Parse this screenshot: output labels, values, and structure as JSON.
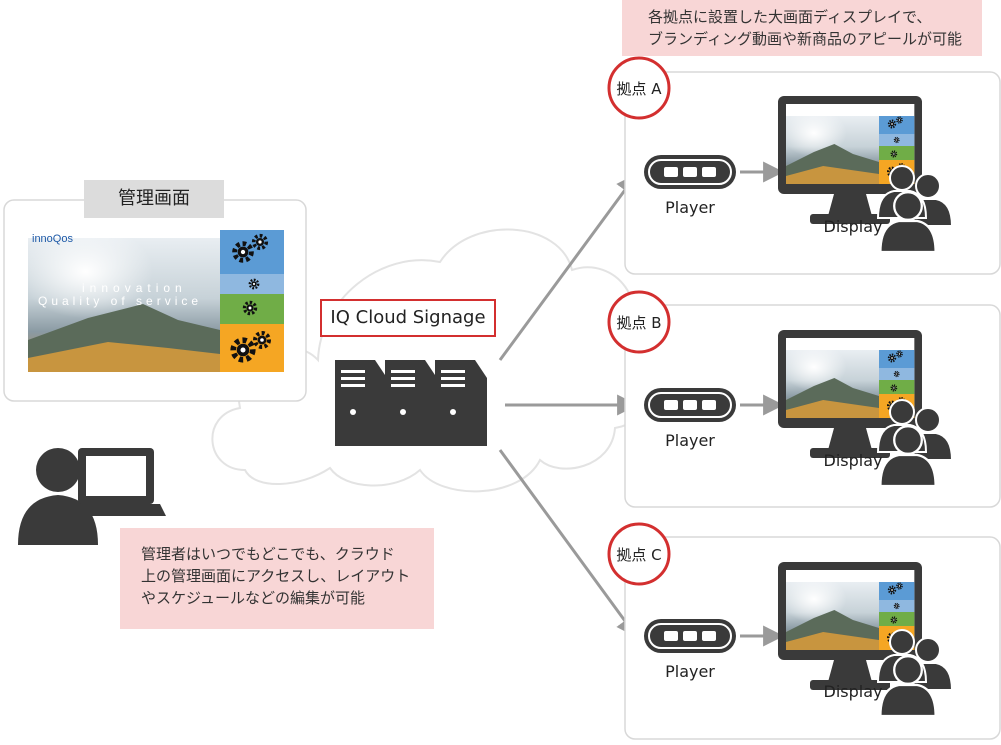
{
  "top_note": [
    "各拠点に設置した大画面ディスプレイで、",
    "ブランディング動画や新商品のアピールが可能"
  ],
  "admin_panel": {
    "title": "管理画面",
    "brand_text": "innoQos",
    "hero_line1": "innovation",
    "hero_line2": "Quality of service"
  },
  "cloud": {
    "label": "IQ Cloud Signage"
  },
  "bottom_note": [
    "管理者はいつでもどこでも、クラウド",
    "上の管理画面にアクセスし、レイアウト",
    "やスケジュールなどの編集が可能"
  ],
  "sites": [
    {
      "label": "拠点 A",
      "player_label": "Player",
      "display_label": "Display"
    },
    {
      "label": "拠点 B",
      "player_label": "Player",
      "display_label": "Display"
    },
    {
      "label": "拠点 C",
      "player_label": "Player",
      "display_label": "Display"
    }
  ],
  "colors": {
    "accent_red": "#d32f2f",
    "note_pink": "#f8d6d6",
    "icon_dark": "#3a3a3a",
    "arrow_gray": "#9a9a9a",
    "tile_blue": "#5b9bd5",
    "tile_green": "#70ad47",
    "tile_orange": "#f5a623"
  }
}
